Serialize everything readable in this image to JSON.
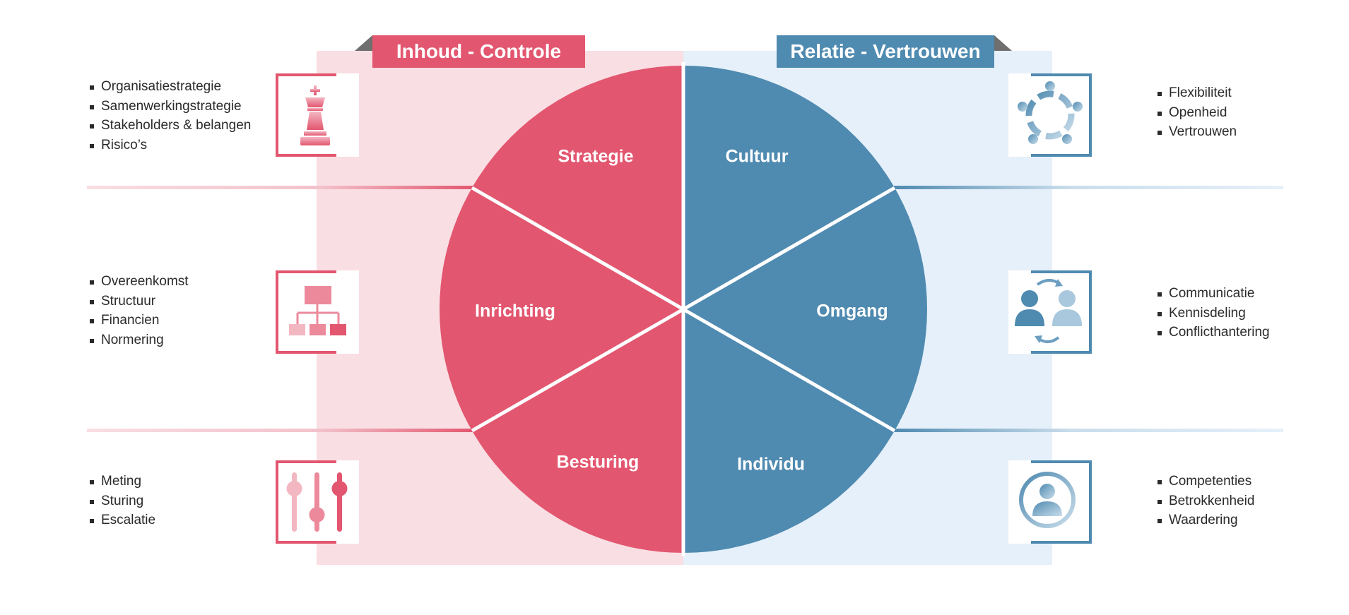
{
  "colors": {
    "red": "#e3566f",
    "red_light": "#f9dee3",
    "blue": "#4f8ab0",
    "blue_light": "#e6f0fa",
    "banner_fold": "#6f6f6f",
    "text": "#2a2a2a"
  },
  "left_banner": {
    "title": "Inhoud - Controle"
  },
  "right_banner": {
    "title": "Relatie - Vertrouwen"
  },
  "segments": {
    "strategie": "Strategie",
    "inrichting": "Inrichting",
    "besturing": "Besturing",
    "cultuur": "Cultuur",
    "omgang": "Omgang",
    "individu": "Individu"
  },
  "left_rows": [
    {
      "icon": "chess-king-icon",
      "items": [
        "Organisatiestrategie",
        "Samenwerkingstrategie",
        "Stakeholders & belangen",
        "Risico’s"
      ]
    },
    {
      "icon": "org-chart-icon",
      "items": [
        "Overeenkomst",
        "Structuur",
        "Financien",
        "Normering"
      ]
    },
    {
      "icon": "sliders-icon",
      "items": [
        "Meting",
        "Sturing",
        "Escalatie"
      ]
    }
  ],
  "right_rows": [
    {
      "icon": "team-circle-icon",
      "items": [
        "Flexibiliteit",
        "Openheid",
        "Vertrouwen"
      ]
    },
    {
      "icon": "people-exchange-icon",
      "items": [
        "Communicatie",
        "Kennisdeling",
        "Conflicthantering"
      ]
    },
    {
      "icon": "user-circle-icon",
      "items": [
        "Competenties",
        "Betrokkenheid",
        "Waardering"
      ]
    }
  ]
}
